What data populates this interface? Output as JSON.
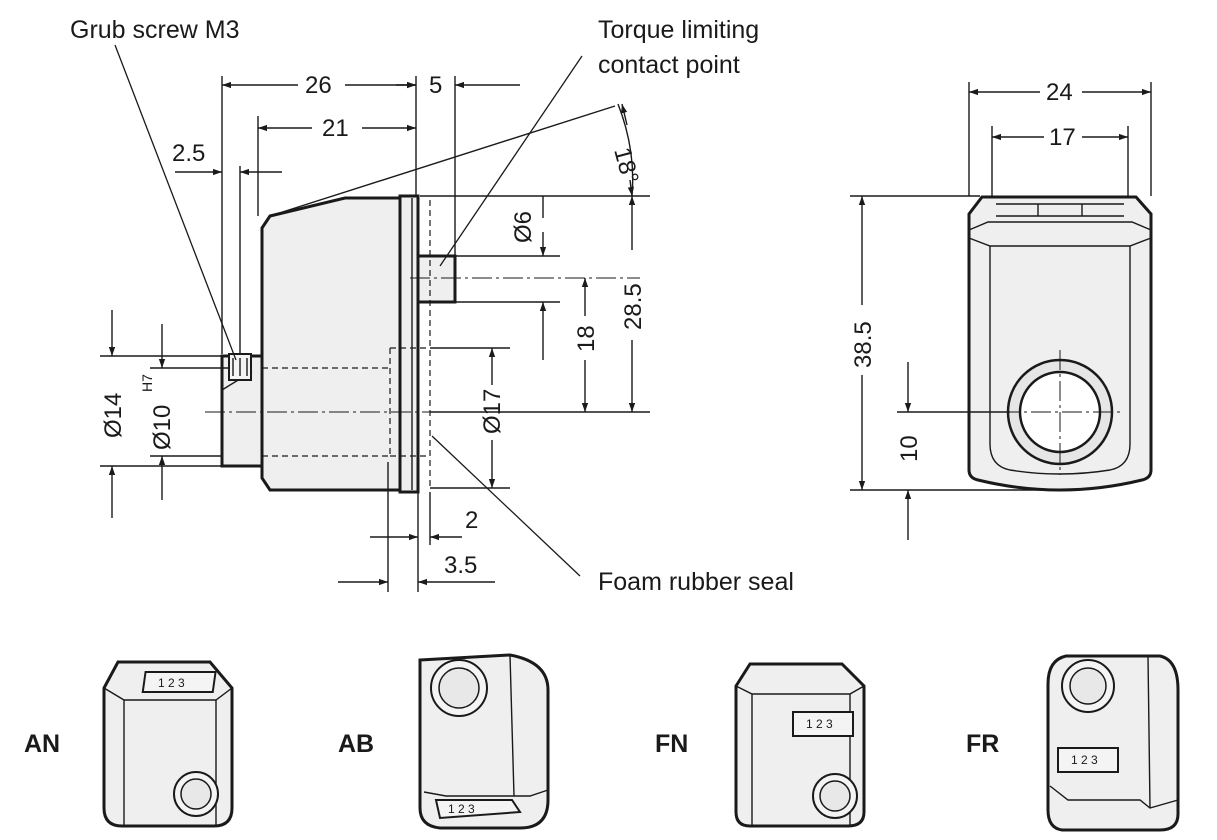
{
  "callouts": {
    "grub_screw": "Grub screw M3",
    "torque_line1": "Torque limiting",
    "torque_line2": "contact point",
    "foam_seal": "Foam rubber seal"
  },
  "side_view_dims": {
    "d26": "26",
    "d5": "5",
    "d21": "21",
    "d2_5": "2.5",
    "angle": "18°",
    "dia6": "Ø6",
    "d28_5": "28.5",
    "d18": "18",
    "dia17": "Ø17",
    "dia14": "Ø14",
    "dia10": "Ø10",
    "tol_h7": "H7",
    "d2": "2",
    "d3_5": "3.5"
  },
  "front_view_dims": {
    "d24": "24",
    "d17": "17",
    "d38_5": "38.5",
    "d10": "10"
  },
  "variants": [
    {
      "code": "AN",
      "digits": "1 2 3"
    },
    {
      "code": "AB",
      "digits": "1 2 3"
    },
    {
      "code": "FN",
      "digits": "1 2 3"
    },
    {
      "code": "FR",
      "digits": "1 2 3"
    }
  ],
  "colors": {
    "line": "#1a1a1a",
    "body_fill": "#efefef",
    "background": "#ffffff"
  }
}
